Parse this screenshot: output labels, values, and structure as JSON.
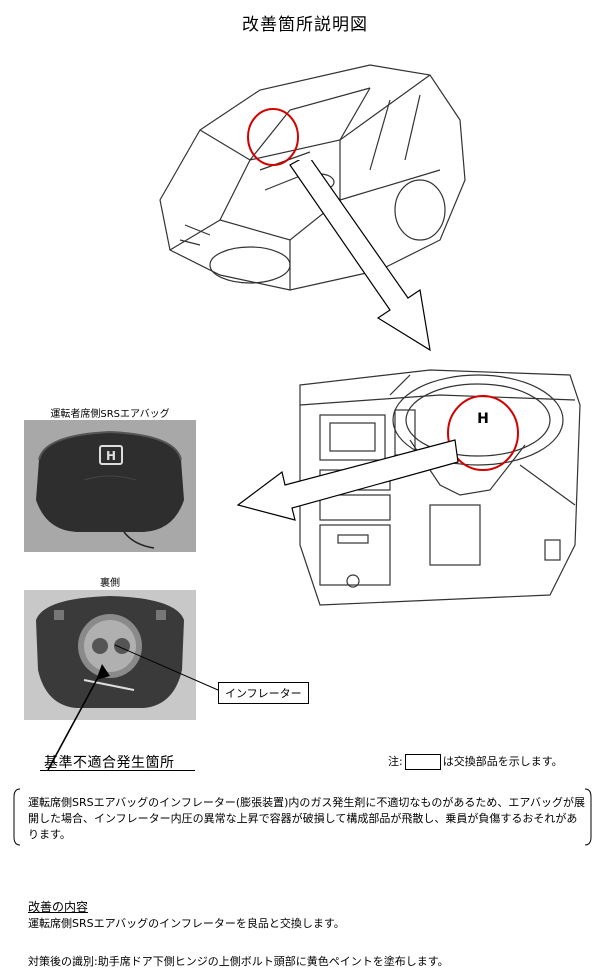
{
  "title": "改善箇所説明図",
  "labels": {
    "front_photo": "運転者席側SRSエアバッグ",
    "back_photo": "裏側",
    "inflator_callout": "インフレーター",
    "defect_location": "基準不適合発生箇所",
    "note_prefix": "注:",
    "note_suffix": "は交換部品を示します。"
  },
  "description": "運転席側SRSエアバッグのインフレーター(膨張装置)内のガス発生剤に不適切なものがあるため、エアバッグが展開した場合、インフレーター内圧の異常な上昇で容器が破損して構成部品が飛散し、乗員が負傷するおそれがあります。",
  "improvement": {
    "heading": "改善の内容",
    "text": "運転席側SRSエアバッグのインフレーターを良品と交換します。"
  },
  "identification": "対策後の識別:助手席ドア下側ヒンジの上側ボルト頭部に黄色ペイントを塗布します。",
  "colors": {
    "highlight_circle": "#d40000"
  }
}
